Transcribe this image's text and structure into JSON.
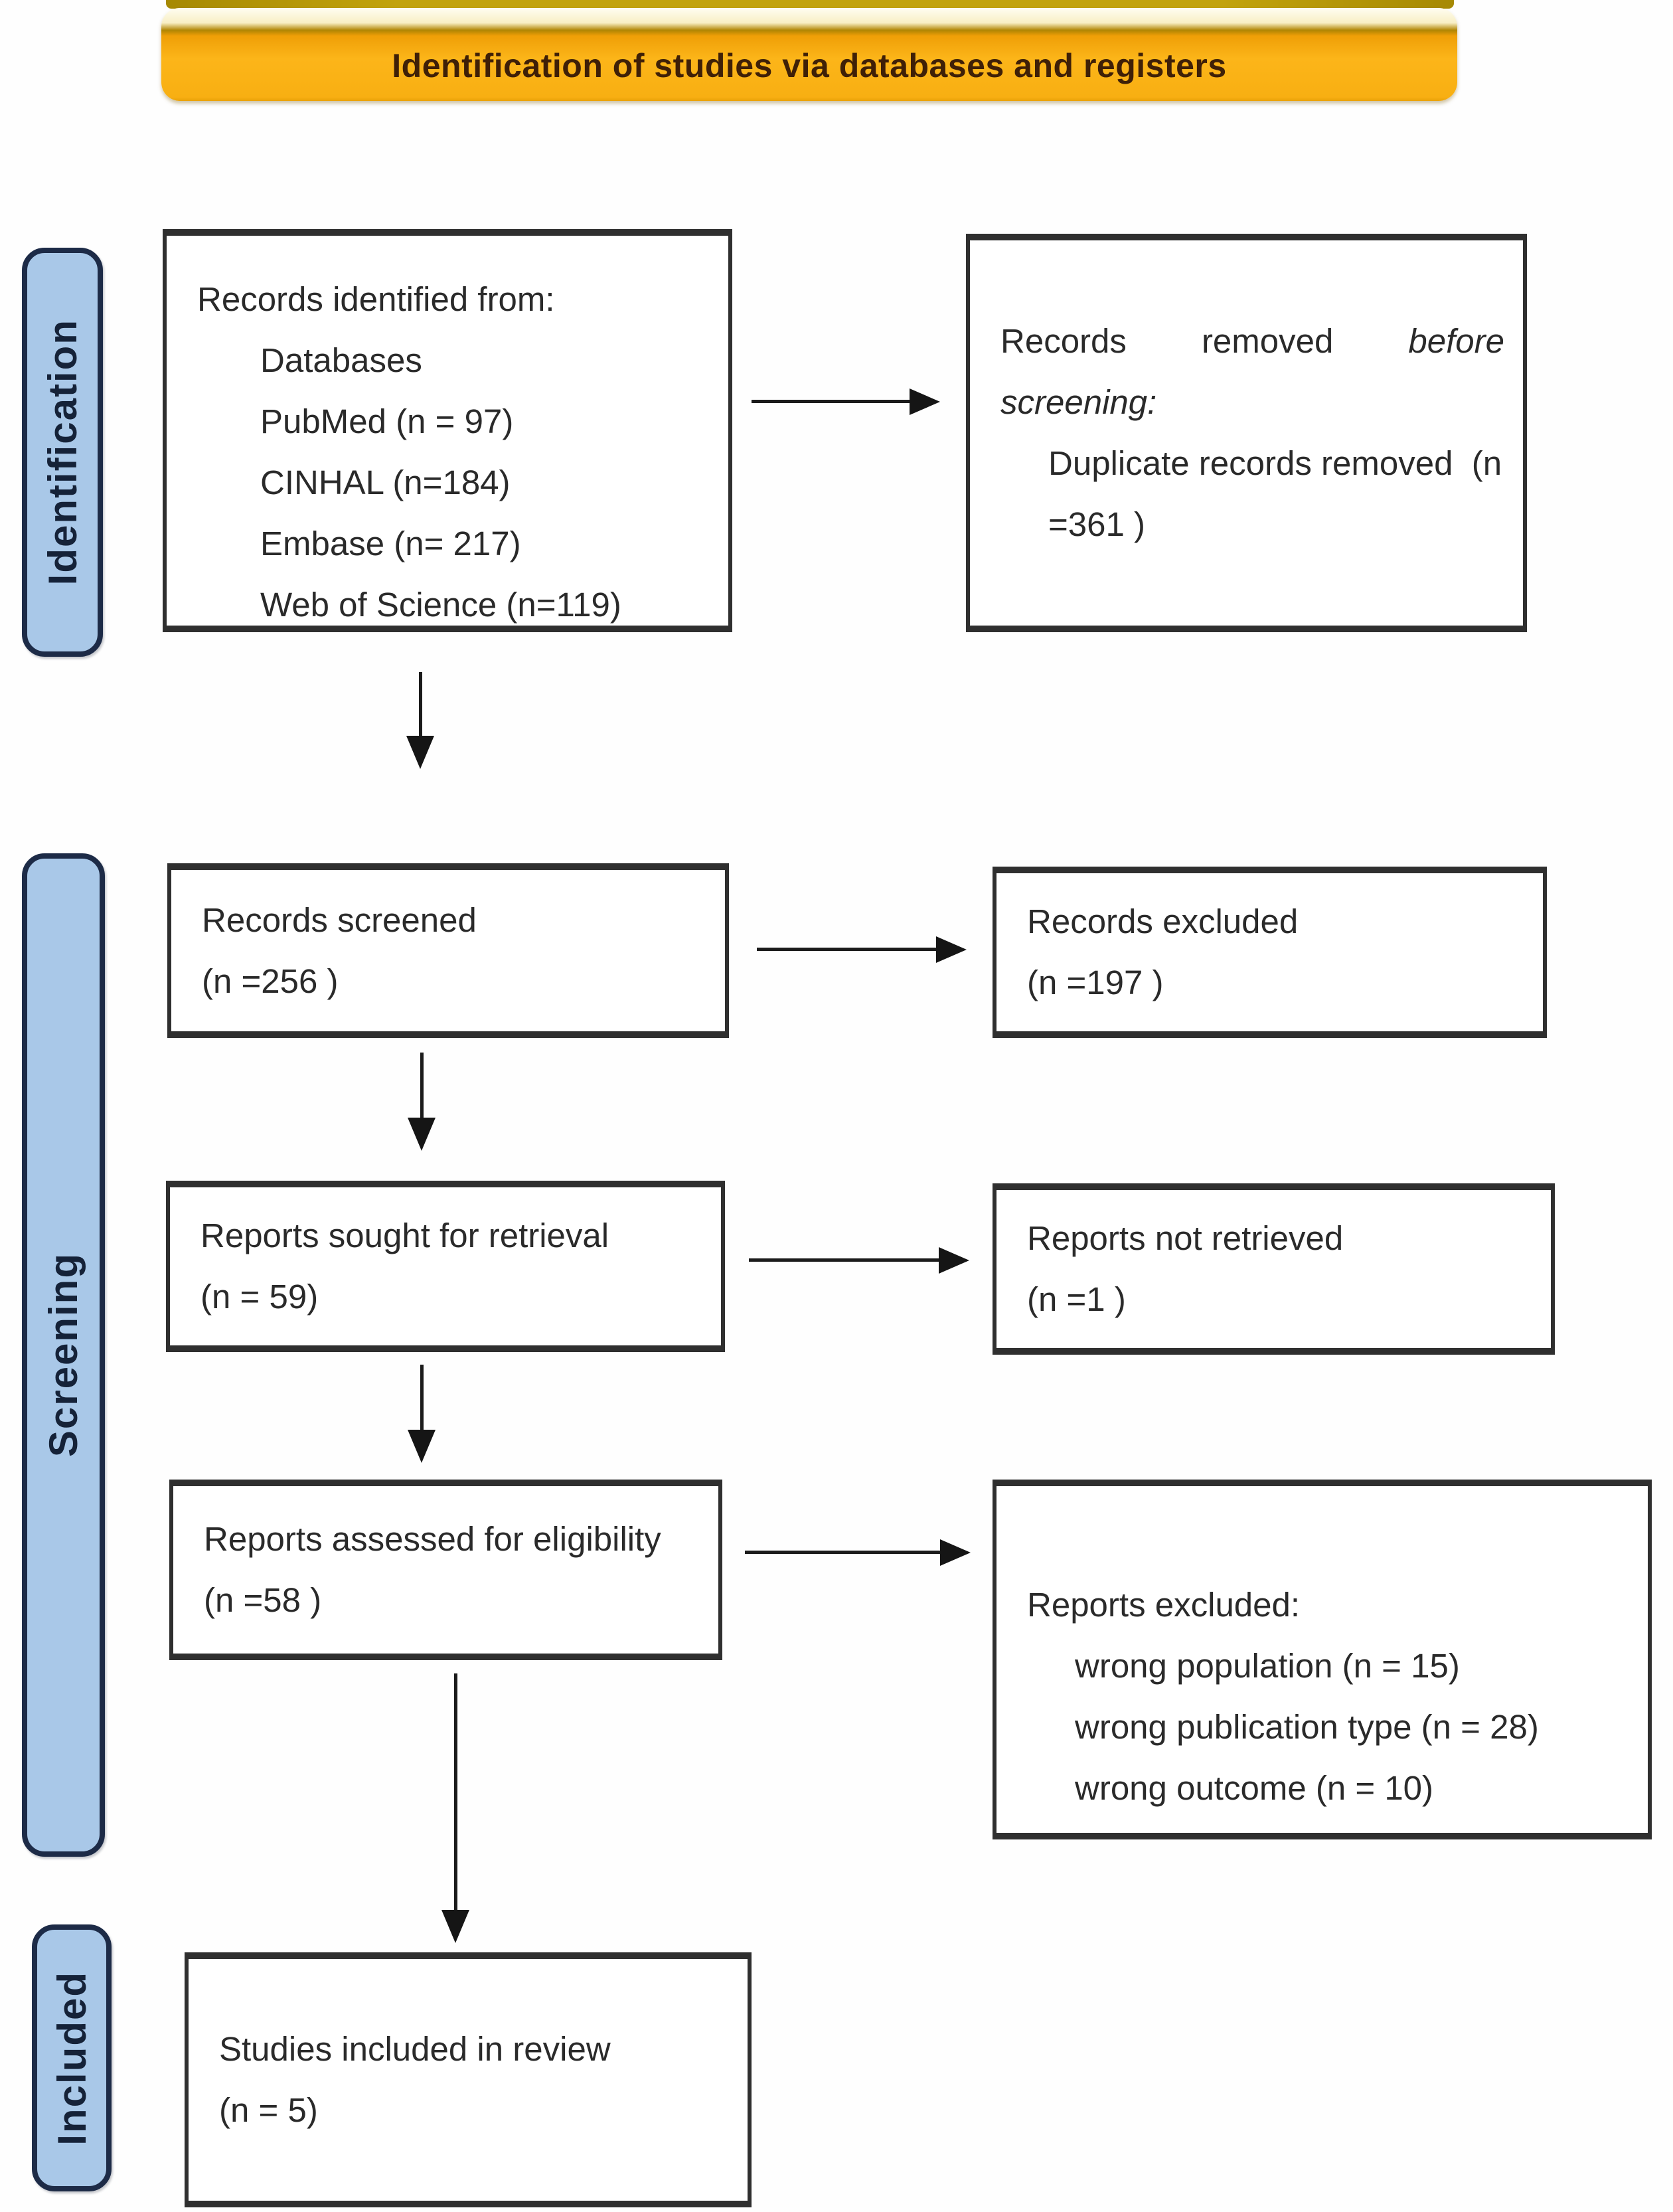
{
  "banner": {
    "title": "Identification of studies via databases and registers"
  },
  "stages": {
    "identification": "Identification",
    "screening": "Screening",
    "included": "Included"
  },
  "boxes": {
    "records_identified": {
      "lines": [
        "Records identified from:",
        "Databases",
        "PubMed (n = 97)",
        "CINHAL (n=184)",
        "Embase (n= 217)",
        "Web of Science (n=119)"
      ]
    },
    "records_removed": {
      "line1_words": [
        "Records",
        "removed",
        "before"
      ],
      "line2": "screening:",
      "item": "Duplicate records removed  (n\n=361 )"
    },
    "records_screened": {
      "lines": [
        "Records screened",
        "(n =256 )"
      ]
    },
    "records_excluded": {
      "lines": [
        "Records excluded",
        "(n =197 )"
      ]
    },
    "reports_sought": {
      "lines": [
        "Reports sought for retrieval",
        "(n = 59)"
      ]
    },
    "reports_not_retrieved": {
      "lines": [
        "Reports not retrieved",
        "(n =1 )"
      ]
    },
    "reports_assessed": {
      "lines": [
        "Reports assessed for eligibility",
        "(n =58 )"
      ]
    },
    "reports_excluded": {
      "title": "Reports excluded:",
      "items": [
        "wrong population (n =  15)",
        "wrong publication type (n =  28)",
        "wrong outcome (n =  10)"
      ]
    },
    "studies_included": {
      "lines": [
        "Studies included in review",
        "(n = 5)"
      ]
    }
  },
  "colors": {
    "banner_fill": "#fbb117",
    "banner_text": "#3f2007",
    "stage_fill": "#a9c8e8",
    "stage_border": "#1d2b47",
    "stage_text": "#152238",
    "box_border": "#2f2f2f",
    "arrow": "#151515"
  }
}
